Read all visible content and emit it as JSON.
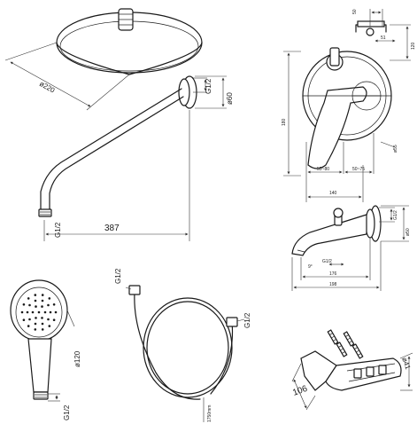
{
  "labels": {
    "head_diameter": "ø220",
    "arm_thread": "G1/2",
    "arm_flange": "ø60",
    "arm_length": "387",
    "arm_outlet_thread": "G1/2",
    "hand_diameter": "ø120",
    "hand_thread": "G1/2",
    "hose_thread_left": "G1/2",
    "hose_thread_right": "G1/2",
    "hose_length": "1750mm",
    "mixer_top_a": "50",
    "mixer_top_b": "51",
    "mixer_right": "120",
    "mixer_left": "180",
    "mixer_range_a": "55~80",
    "mixer_range_b": "50~75",
    "mixer_depth": "140",
    "mixer_diameter": "ø55",
    "spout_thread": "G1/2",
    "spout_height": "ø50",
    "spout_inner_thread": "G1/2",
    "spout_length_a": "176",
    "spout_length_b": "198",
    "spout_angle": "9°",
    "holder_width": "106",
    "holder_height": "ø41"
  },
  "colors": {
    "line": "#1a1a1a",
    "dimension": "#333333",
    "background": "#ffffff"
  }
}
